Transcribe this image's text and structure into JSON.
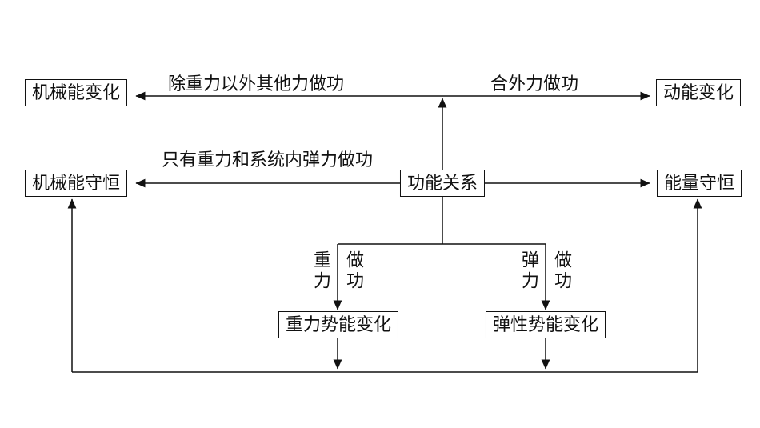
{
  "diagram": {
    "background": "#ffffff",
    "line_color": "#111111",
    "nodes": {
      "center": "功能关系",
      "mech_change": "机械能变化",
      "kinetic_change": "动能变化",
      "mech_conserve": "机械能守恒",
      "energy_conserve": "能量守恒",
      "grav_pe_change": "重力势能变化",
      "elastic_pe_change": "弹性势能变化"
    },
    "edges": {
      "other_forces_work": "除重力以外其他力做功",
      "net_external_force_work": "合外力做功",
      "only_gravity_and_spring_work": "只有重力和系统内弹力做功",
      "gravity": "重力",
      "gravity_do_work": "做功",
      "spring_force": "弹力",
      "spring_do_work": "做功"
    }
  }
}
